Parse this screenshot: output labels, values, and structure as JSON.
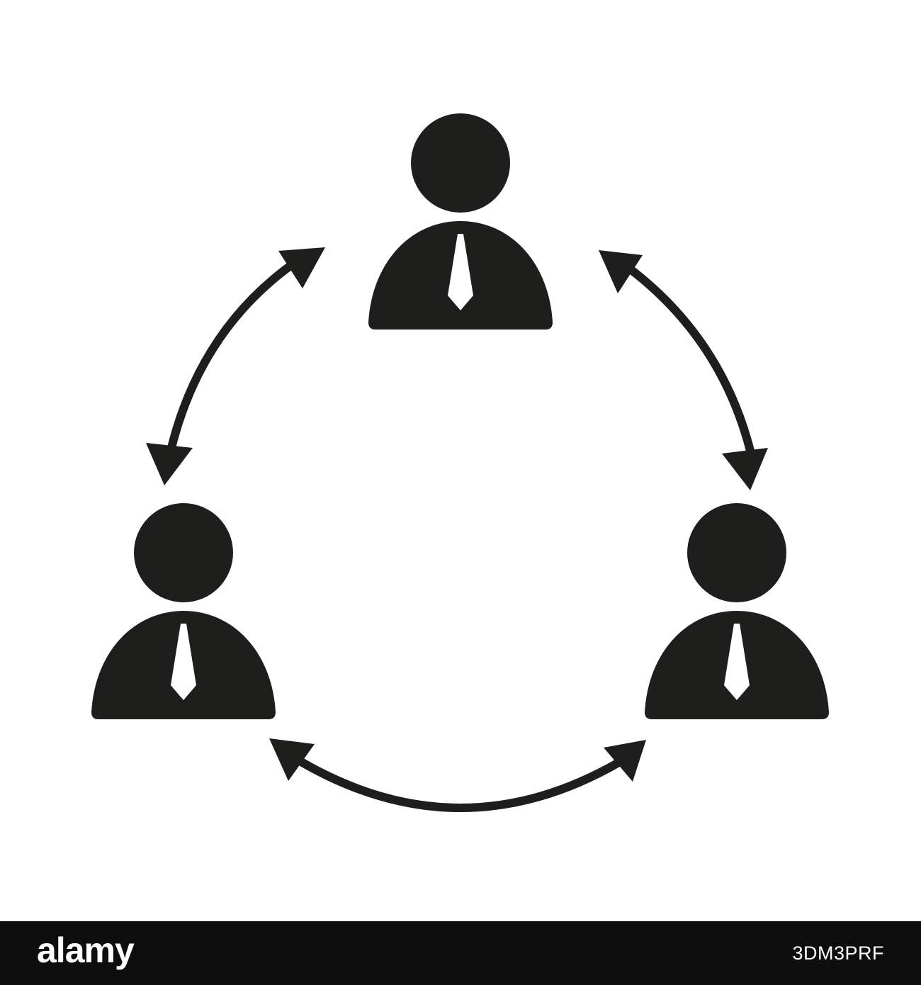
{
  "diagram": {
    "nodes": [
      {
        "id": "top",
        "icon": "businessperson-icon"
      },
      {
        "id": "left",
        "icon": "businessperson-icon"
      },
      {
        "id": "right",
        "icon": "businessperson-icon"
      }
    ],
    "connections": [
      {
        "from": "top",
        "to": "left",
        "style": "double-arrow"
      },
      {
        "from": "top",
        "to": "right",
        "style": "double-arrow"
      },
      {
        "from": "left",
        "to": "right",
        "style": "double-arrow"
      }
    ],
    "colors": {
      "icon": "#1e1e1c",
      "tie": "#ffffff",
      "background": "#ffffff"
    }
  },
  "footer": {
    "brand": "alamy",
    "image_id": "3DM3PRF",
    "background": "#0e0e0e",
    "text_color": "#ffffff"
  }
}
